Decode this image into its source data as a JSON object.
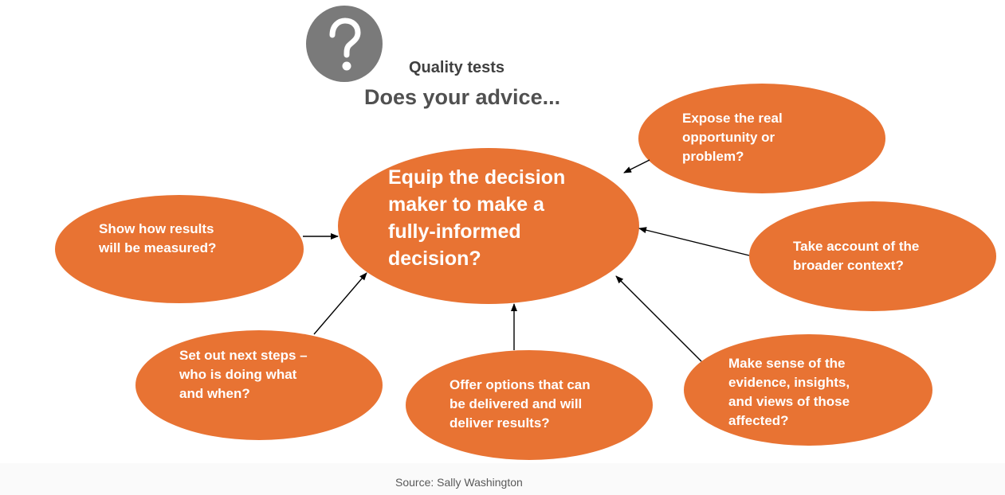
{
  "header": {
    "subtitle": "Quality tests",
    "title": "Does your advice..."
  },
  "icon": {
    "name": "question-mark-icon",
    "color": "#7a7a7a"
  },
  "center": {
    "text": " Equip the decision\nmaker to make a\nfully-informed\ndecision?"
  },
  "bubbles": {
    "expose": "Expose the real\nopportunity or\nproblem?",
    "measured": "Show how results\nwill be measured?",
    "context": "Take account of the\nbroader context?",
    "next_steps": "Set out next steps –\nwho is doing what\nand when?",
    "options": "Offer options that can\nbe delivered and will\ndeliver results?",
    "sense": "Make sense of the\nevidence, insights,\nand views of those\naffected?"
  },
  "footer": {
    "source": "Source: Sally Washington"
  },
  "colors": {
    "bubble": "#e87333",
    "text": "#ffffff",
    "heading": "#505050"
  }
}
